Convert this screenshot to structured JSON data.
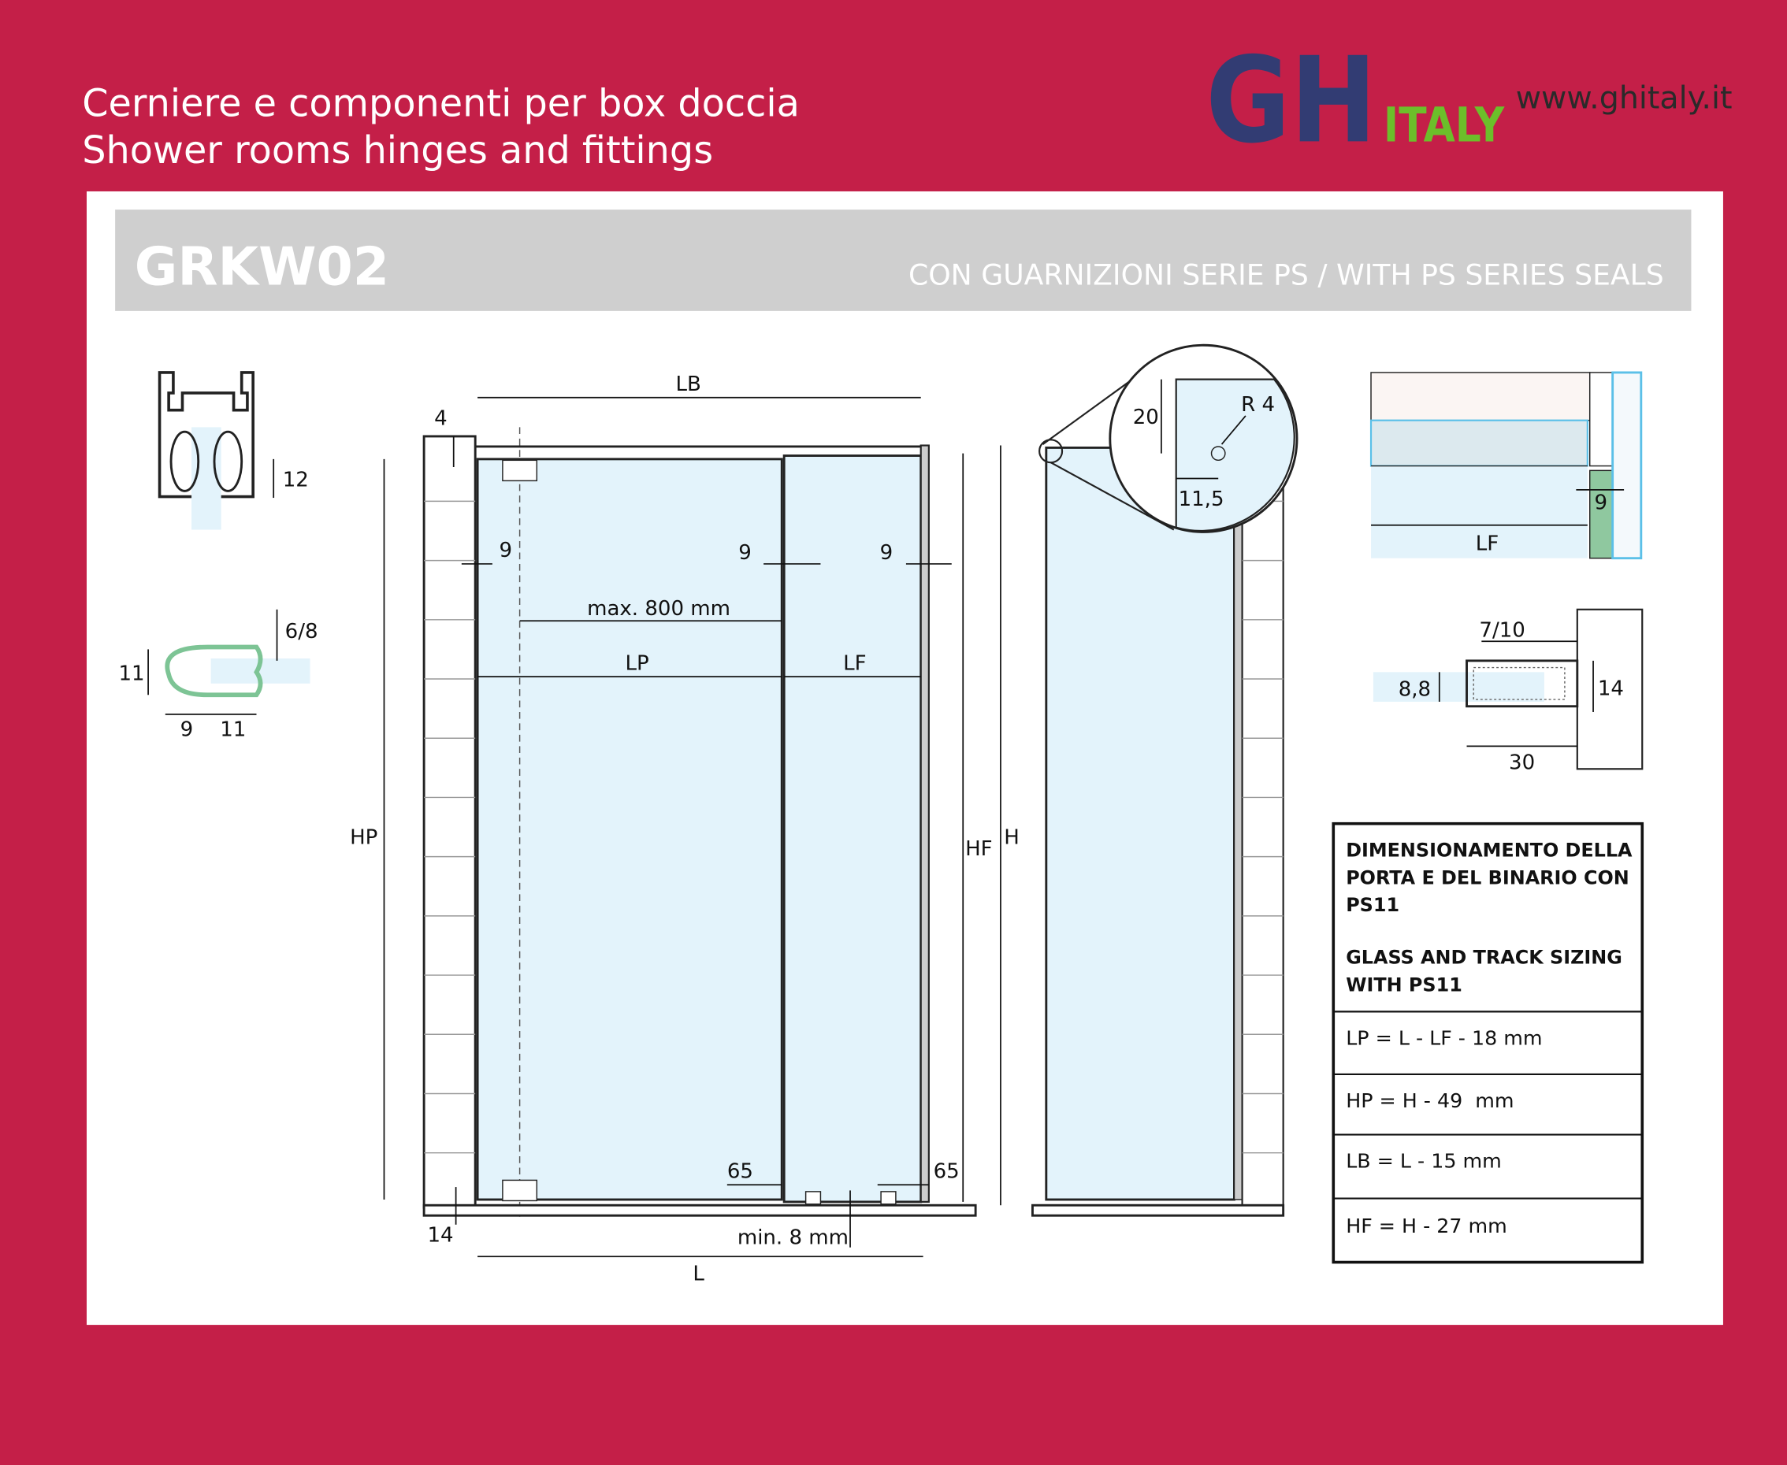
{
  "header": {
    "line1": "Cerniere e componenti per box doccia",
    "line2": "Shower rooms hinges and fittings",
    "logo_text": "GH ITALY",
    "logo_gh": "GH",
    "logo_italy": "ITALY",
    "website": "www.ghitaly.it"
  },
  "product": {
    "code": "GRKW02",
    "subtitle": "CON GUARNIZIONI SERIE PS / WITH PS SERIES SEALS"
  },
  "colors": {
    "background": "#C41F48",
    "logo_blue": "#323C73",
    "logo_green": "#6CBF2A",
    "glass": "#E3F3FB",
    "title_bar": "#CFCFCF"
  },
  "profile_top": {
    "dim_12": "12"
  },
  "seal_profile": {
    "dim_6_8": "6/8",
    "dim_11": "11",
    "dim_9": "9",
    "dim_11b": "11"
  },
  "front_view": {
    "LB": "LB",
    "dim_4": "4",
    "dim_9a": "9",
    "dim_9b": "9",
    "dim_9c": "9",
    "max_width": "max. 800 mm",
    "LP": "LP",
    "LF": "LF",
    "HP": "HP",
    "HF": "HF",
    "H": "H",
    "dim_65a": "65",
    "dim_65b": "65",
    "dim_14": "14",
    "min_gap": "min. 8 mm",
    "L": "L"
  },
  "side_view": {
    "dim_20": "20",
    "R4": "R 4",
    "dim_11_5": "11,5"
  },
  "top_detail": {
    "dim_9": "9",
    "LF": "LF"
  },
  "track_detail": {
    "dim_7_10": "7/10",
    "dim_8_8": "8,8",
    "dim_14": "14",
    "dim_30": "30"
  },
  "sizing_table": {
    "title_it": [
      "DIMENSIONAMENTO DELLA",
      "PORTA E DEL BINARIO CON",
      "PS11"
    ],
    "title_en": [
      "GLASS AND TRACK SIZING",
      "WITH PS11"
    ],
    "rows": [
      "LP = L - LF - 18 mm",
      "HP = H - 49  mm",
      "LB = L - 15 mm",
      "HF = H - 27 mm"
    ]
  }
}
